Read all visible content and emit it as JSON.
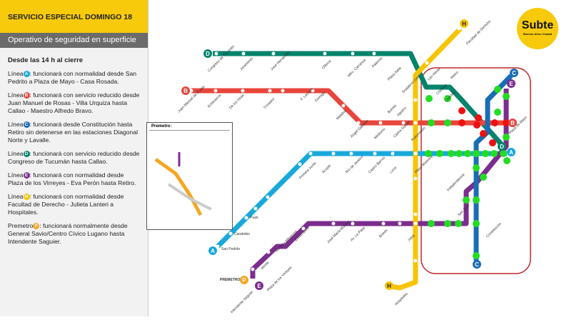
{
  "panel": {
    "title": "SERVICIO ESPECIAL DOMINGO 18",
    "subtitle": "Operativo de seguridad en superficie",
    "heading": "Desde las 14 h al cierre",
    "items": [
      {
        "prefix": "Línea",
        "badge": "A",
        "color": "#18a9db",
        "text": ": funcionará con normalidad desde San Pedrito a Plaza de Mayo - Casa Rosada."
      },
      {
        "prefix": "Línea",
        "badge": "B",
        "color": "#e8453c",
        "text": ": funcionará con servicio reducido desde Juan Manuel de Rosas - Villa Urquiza hasta Callao - Maestro Alfredo Bravo."
      },
      {
        "prefix": "Línea",
        "badge": "C",
        "color": "#1a6db5",
        "text": ": funcionará desde Constitución hasta Retiro sin detenerse en las estaciones Diagonal Norte y Lavalle."
      },
      {
        "prefix": "Línea",
        "badge": "D",
        "color": "#00836b",
        "text": ": funcionará con servicio reducido desde Congreso de Tucumán hasta Callao."
      },
      {
        "prefix": "Línea",
        "badge": "E",
        "color": "#7b2d8e",
        "text": ": funcionará con normalidad desde Plaza de los Virreyes - Eva Perón hasta Retiro."
      },
      {
        "prefix": "Línea",
        "badge": "H",
        "color": "#f7c400",
        "text": ": funcionará con normalidad desde Facultad de Derecho - Julieta Lanteri a Hospitales."
      },
      {
        "prefix": "Premetro",
        "badge": "P",
        "color": "#f5a623",
        "text": ": funcionará normalmente desde General Savio/Centro Cívico Lugano hasta Intendente Saguier."
      }
    ]
  },
  "logo": {
    "name": "Subte",
    "tagline": "Buenos Aires Ciudad"
  },
  "map": {
    "premetro_title": "Premetro:",
    "premetro_label": "PREMETRO",
    "line_badges": {
      "A": "A",
      "B": "B",
      "C": "C",
      "D": "D",
      "E": "E",
      "H": "H",
      "P": "P"
    },
    "stations": [
      "Congreso de Tucumán",
      "Juramento",
      "José Hernández",
      "Olleros",
      "Mtro. Carranza",
      "Palermo",
      "Plaza Italia",
      "Scalabrini Ortiz",
      "Bulnes",
      "Agüero",
      "Juan Manuel de Rosas",
      "Echeverría",
      "De los Incas",
      "Tronador",
      "F. Lacroze",
      "Dorrego",
      "Malabia",
      "Ángel Gallardo",
      "Medrano",
      "Carlos Gardel",
      "Pueyrredón",
      "San Pedrito",
      "Carabobo",
      "Puan",
      "Primera Junta",
      "Acoyte",
      "Río de Janeiro",
      "Castro Barros",
      "Loria",
      "Plaza Miserere",
      "Plaza de los Virreyes",
      "Varela",
      "Medalla Milagrosa",
      "Emilio Mitre",
      "José María Moreno",
      "Av. La Plata",
      "Boedo",
      "Jujuy",
      "Hospitales",
      "Facultad de Derecho",
      "Las Heras",
      "Córdoba",
      "Retiro",
      "Constitución",
      "San Juan",
      "Independencia",
      "Catedral",
      "Plaza de Mayo",
      "Intendente Saguier"
    ]
  },
  "colors": {
    "A": "#18a9db",
    "B": "#e8453c",
    "C": "#1a6db5",
    "D": "#00836b",
    "E": "#7b2d8e",
    "H": "#f7c400",
    "P": "#f5a623",
    "zone": "#c0272d",
    "open": "#22dd22",
    "closed": "#ee1111"
  }
}
